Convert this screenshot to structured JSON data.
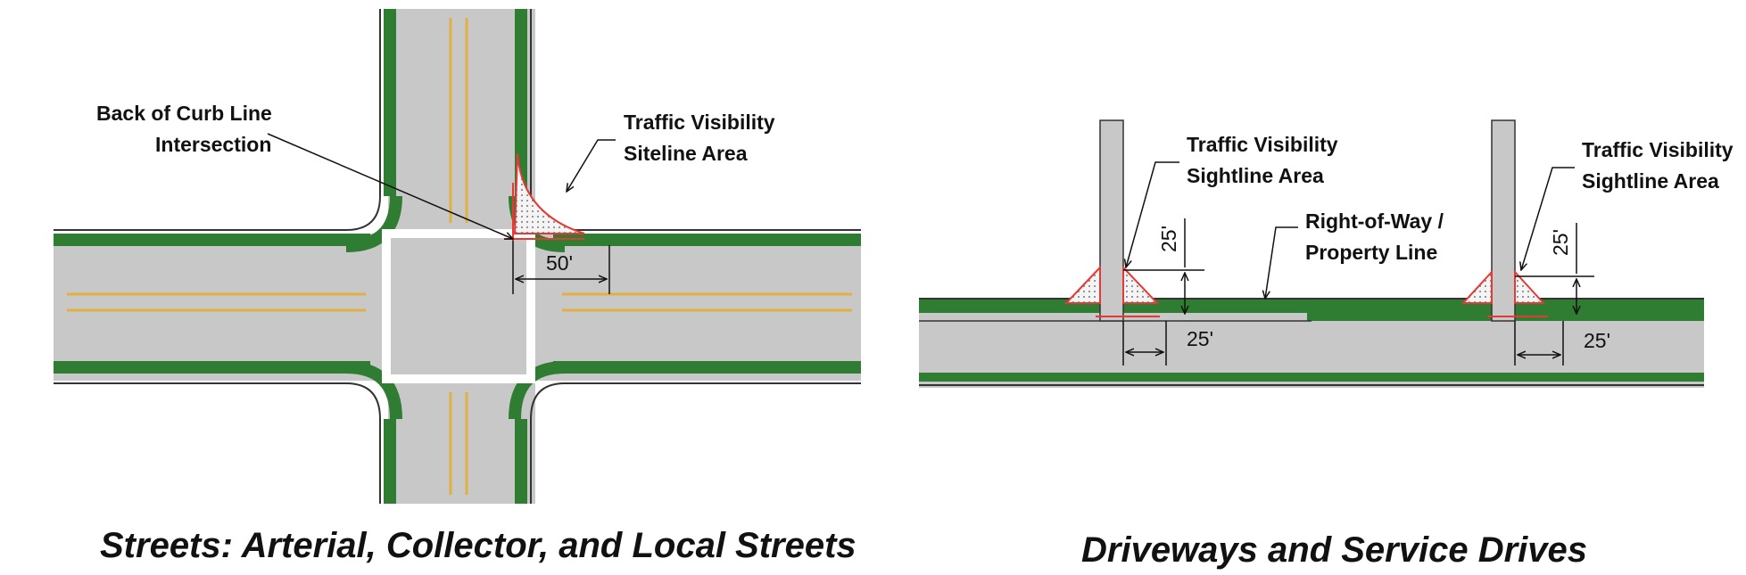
{
  "left_panel": {
    "label_curb_line_1": "Back of Curb Line",
    "label_curb_line_2": "Intersection",
    "label_visibility_1": "Traffic Visibility",
    "label_visibility_2": "Siteline Area",
    "dimension": "50'",
    "caption": "Streets: Arterial, Collector, and Local Streets"
  },
  "right_panel": {
    "label_left_visibility_1": "Traffic Visibility",
    "label_left_visibility_2": "Sightline Area",
    "label_row_1": "Right-of-Way /",
    "label_row_2": "Property Line",
    "label_right_visibility_1": "Traffic Visibility",
    "label_right_visibility_2": "Sightline Area",
    "dim_left_vertical": "25'",
    "dim_left_horizontal": "25'",
    "dim_right_vertical": "25'",
    "dim_right_horizontal": "25'",
    "caption": "Driveways and Service Drives"
  },
  "colors": {
    "pavement": "#c8c8c8",
    "curb_green": "#2e7d32",
    "lane_marking": "#e0b040",
    "sightline": "#e53935",
    "intersection_box": "#ffffff"
  }
}
